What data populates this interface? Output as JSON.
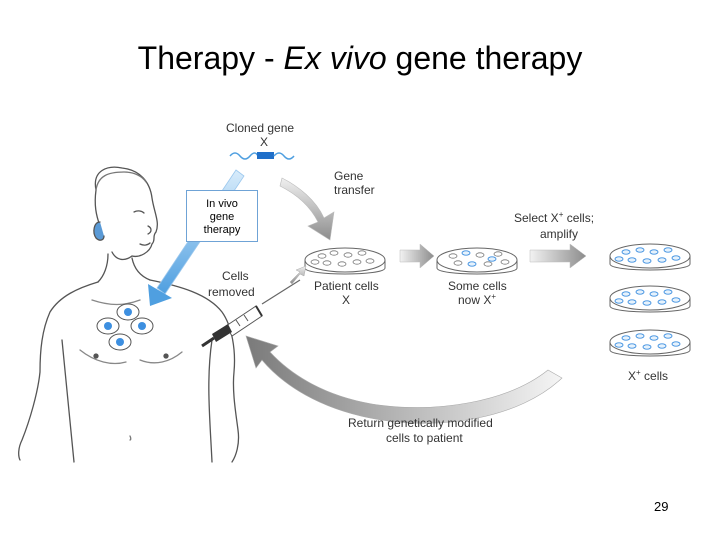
{
  "slide": {
    "title_prefix": "Therapy  - ",
    "title_italic": "Ex vivo",
    "title_suffix": " gene therapy",
    "page_number": "29"
  },
  "callout": {
    "line1": "In vivo",
    "line2": "gene",
    "line3": "therapy"
  },
  "labels": {
    "cloned_gene": "Cloned gene",
    "gene_x": "X",
    "gene_transfer_1": "Gene",
    "gene_transfer_2": "transfer",
    "select_1": "Select X",
    "select_sup": "+",
    "select_2": " cells;",
    "amplify": "amplify",
    "cells_removed_1": "Cells",
    "cells_removed_2": "removed",
    "patient_cells_1": "Patient cells",
    "patient_cells_2": "X",
    "some_cells_1": "Some cells",
    "some_cells_2": "now X",
    "some_cells_sup": "+",
    "x_cells": "X",
    "x_cells_sup": "+",
    "x_cells_suffix": " cells",
    "return_1": "Return genetically modified",
    "return_2": "cells to patient"
  },
  "colors": {
    "accent_blue": "#4f9fe0",
    "gene_blue": "#1f6fc9",
    "arrow_gray": "#9a9a9a",
    "line": "#555555"
  }
}
